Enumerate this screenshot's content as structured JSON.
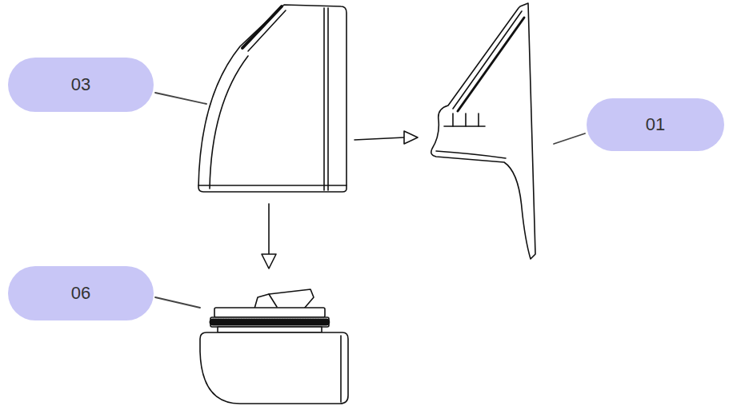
{
  "diagram": {
    "nodes": [
      {
        "text": [
          "03"
        ]
      },
      {
        "text": [
          "01"
        ]
      },
      {
        "text": [
          "06"
        ]
      }
    ]
  }
}
